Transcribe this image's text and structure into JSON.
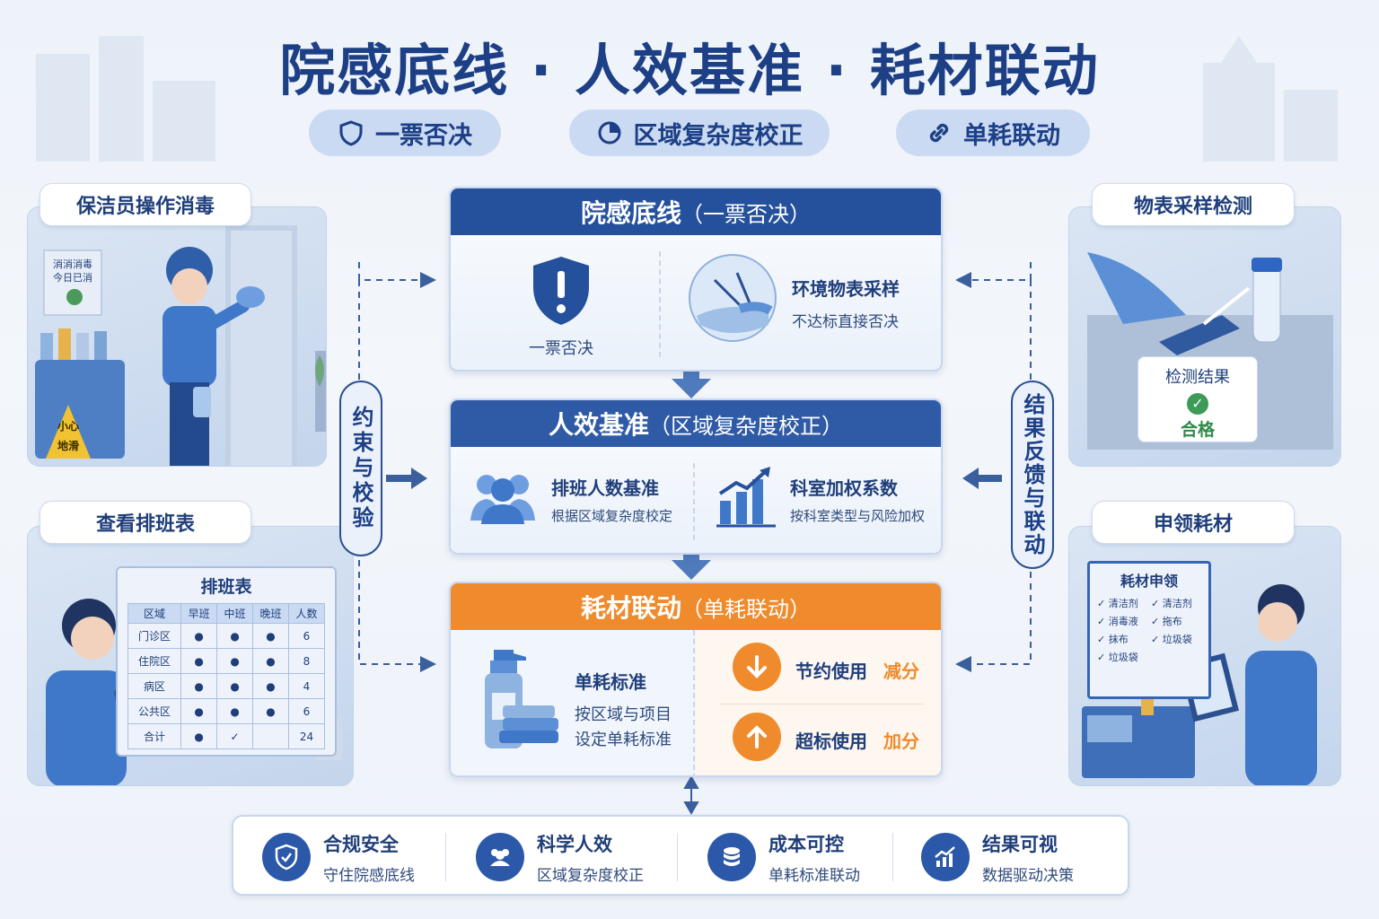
{
  "title": "院感底线 · 人效基准 · 耗材联动",
  "pills": [
    {
      "label": "一票否决",
      "icon": "shield-icon"
    },
    {
      "label": "区域复杂度校正",
      "icon": "pie-chart-icon"
    },
    {
      "label": "单耗联动",
      "icon": "link-icon"
    }
  ],
  "left_cards": [
    {
      "label": "保洁员操作消毒",
      "sign_text": [
        "消消消毒",
        "今日已消"
      ],
      "wet_floor_text": [
        "小心",
        "地滑"
      ]
    },
    {
      "label": "查看排班表"
    }
  ],
  "right_cards": [
    {
      "label": "物表采样检测",
      "result_title": "检测结果",
      "result_value": "合格"
    },
    {
      "label": "申领耗材",
      "board_title": "耗材申领",
      "board_items": [
        "清洁剂",
        "消毒液",
        "抹布",
        "垃圾袋",
        "清洁剂",
        "拖布",
        "垃圾袋"
      ]
    }
  ],
  "schedule": {
    "title": "排班表",
    "headers": [
      "区域",
      "早班",
      "中班",
      "晚班",
      "人数"
    ],
    "rows": [
      {
        "area": "门诊区",
        "count": "6"
      },
      {
        "area": "住院区",
        "count": "8"
      },
      {
        "area": "病区",
        "count": "4"
      },
      {
        "area": "公共区",
        "count": "6"
      },
      {
        "area": "合计",
        "count": "24"
      }
    ]
  },
  "left_side_label": "约束与校验",
  "right_side_label": "结果反馈与联动",
  "panels": {
    "p1": {
      "title": "院感底线",
      "subtitle": "（一票否决）",
      "left_label": "一票否决",
      "right_title": "环境物表采样",
      "right_sub": "不达标直接否决"
    },
    "p2": {
      "title": "人效基准",
      "subtitle": "（区域复杂度校正）",
      "left_title": "排班人数基准",
      "left_sub": "根据区域复杂度校定",
      "right_title": "科室加权系数",
      "right_sub": "按科室类型与风险加权"
    },
    "p3": {
      "title": "耗材联动",
      "subtitle": "（单耗联动）",
      "left_title": "单耗标准",
      "left_sub_1": "按区域与项目",
      "left_sub_2": "设定单耗标准",
      "save_label": "节约使用",
      "save_tag": "减分",
      "over_label": "超标使用",
      "over_tag": "加分"
    }
  },
  "bottom": [
    {
      "title": "合规安全",
      "sub": "守住院感底线",
      "icon": "shield-check-icon"
    },
    {
      "title": "科学人效",
      "sub": "区域复杂度校正",
      "icon": "people-icon"
    },
    {
      "title": "成本可控",
      "sub": "单耗标准联动",
      "icon": "coins-icon"
    },
    {
      "title": "结果可视",
      "sub": "数据驱动决策",
      "icon": "chart-up-icon"
    }
  ],
  "colors": {
    "primary": "#2b58a8",
    "header_blue": "#24509c",
    "header_blue2": "#2e5aa6",
    "orange": "#ef8b2c",
    "text_dark": "#1d3f86"
  }
}
